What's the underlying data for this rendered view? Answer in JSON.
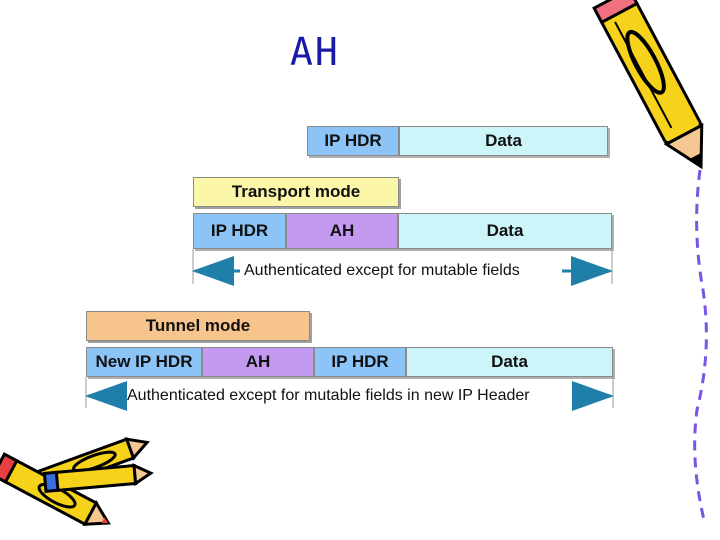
{
  "title": "AH",
  "original": {
    "ip_hdr": "IP HDR",
    "data": "Data"
  },
  "transport": {
    "mode_label": "Transport mode",
    "ip_hdr": "IP HDR",
    "ah": "AH",
    "data": "Data",
    "auth_text": "Authenticated except for mutable fields"
  },
  "tunnel": {
    "mode_label": "Tunnel mode",
    "new_ip_hdr": "New IP HDR",
    "ah": "AH",
    "ip_hdr": "IP HDR",
    "data": "Data",
    "auth_text": "Authenticated except for mutable fields in new IP Header"
  },
  "colors": {
    "ip_hdr": "#8cc4f7",
    "data": "#ccf5f9",
    "ah": "#c49af0",
    "transport_label": "#fcf6a8",
    "tunnel_label": "#f8c48e",
    "arrow": "#1f7fa8"
  },
  "decorations": [
    "pencil-icon",
    "crayons-icon"
  ]
}
